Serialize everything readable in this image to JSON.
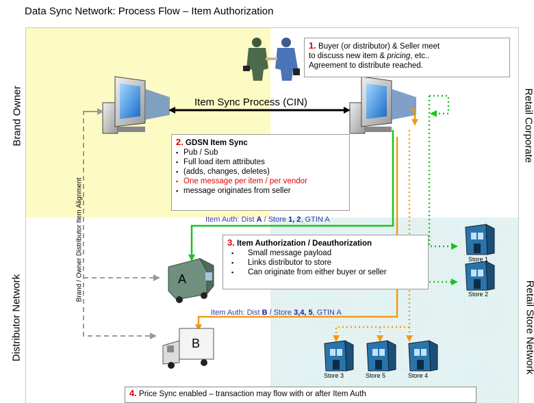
{
  "title": "Data Sync Network:  Process Flow – Item Authorization",
  "quadrants": {
    "brand_owner": "Brand Owner",
    "retail_corporate": "Retail Corporate",
    "distributor_network": "Distributor Network",
    "retail_store_network": "Retail Store Network"
  },
  "alignment_label": "Brand / Owner Distributor Item Alignment",
  "item_sync_label": "Item Sync Process (CIN)",
  "box1": {
    "num": "1.",
    "line1": "Buyer (or distributor) & Seller meet",
    "line2_a": "to discuss new item & ",
    "line2_b": "pricing",
    "line2_c": ", etc..",
    "line3": "Agreement to distribute reached."
  },
  "box2": {
    "num": "2.",
    "heading": "GDSN Item Sync",
    "items": [
      "Pub / Sub",
      "Full load item attributes",
      "(adds, changes, deletes)",
      "One message per item / per vendor",
      "message originates from seller"
    ]
  },
  "box3": {
    "num": "3.",
    "heading": "Item Authorization / Deauthorization",
    "items": [
      "Small message payload",
      "Links distributor to store",
      "Can originate from either buyer or seller"
    ]
  },
  "box4": {
    "num": "4.",
    "text": "Price Sync enabled – transaction may flow with or after Item Auth"
  },
  "auth_a": {
    "prefix": "Item Auth:  Dist ",
    "dist": "A",
    "mid": " / Store ",
    "stores": "1, 2",
    "suffix": ", GTIN A"
  },
  "auth_b": {
    "prefix": "Item Auth:  Dist ",
    "dist": "B",
    "mid": " / Store ",
    "stores": "3,4, 5",
    "suffix": ", GTIN A"
  },
  "trucks": {
    "a": "A",
    "b": "B"
  },
  "stores": [
    "Store 1",
    "Store 2",
    "Store 3",
    "Store 5",
    "Store 4"
  ],
  "colors": {
    "brand_owner_bg": "#fdfbc4",
    "retail_store_bg": "#e7f4f4",
    "green": "#18c41a",
    "orange": "#f39a14",
    "gray_dash": "#9a9a9a",
    "red": "#e00000"
  }
}
